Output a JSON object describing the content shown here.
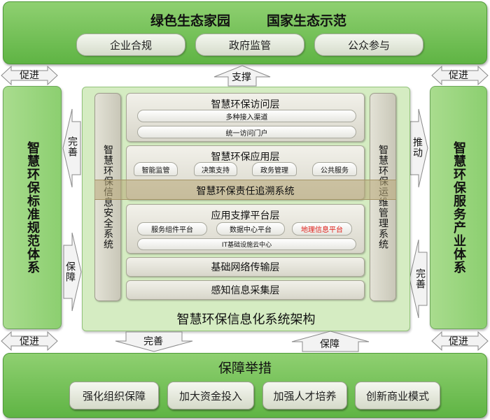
{
  "top": {
    "title_left": "绿色生态家园",
    "title_right": "国家生态示范",
    "pills": [
      "企业合规",
      "政府监管",
      "公众参与"
    ]
  },
  "connectors": {
    "promote": "促进",
    "support": "支撑",
    "improve_top_left": "完善",
    "guarantee_left": "保障",
    "drive_right": "推动",
    "improve_right": "完善",
    "improve_bottom": "完善",
    "guarantee_bottom": "保障"
  },
  "left_panel": {
    "text": "智慧环保标准规范体系"
  },
  "right_panel": {
    "text": "智慧环保服务产业体系"
  },
  "architecture": {
    "caption": "智慧环保信息化系统架构",
    "security_bar": "智慧环保信息安全系统",
    "ops_bar": "智慧环保运维管理系统",
    "trace_band": "智慧环保责任追溯系统",
    "access_layer": {
      "title": "智慧环保访问层",
      "items": [
        "多种接入渠道",
        "统一访问门户"
      ]
    },
    "app_layer": {
      "title": "智慧环保应用层",
      "items": [
        "智能监管",
        "决策支持",
        "政务管理",
        "公共服务"
      ]
    },
    "platform_layer": {
      "title": "应用支撑平台层",
      "items": [
        "服务组件平台",
        "数据中心平台",
        "地理信息平台"
      ],
      "highlight_color": "#e0201b",
      "cloud": "IT基础设施云中心"
    },
    "network_layer": "基础网络传输层",
    "sensing_layer": "感知信息采集层"
  },
  "bottom": {
    "title": "保障举措",
    "buttons": [
      "强化组织保障",
      "加大资金投入",
      "加强人才培养",
      "创新商业模式"
    ]
  }
}
